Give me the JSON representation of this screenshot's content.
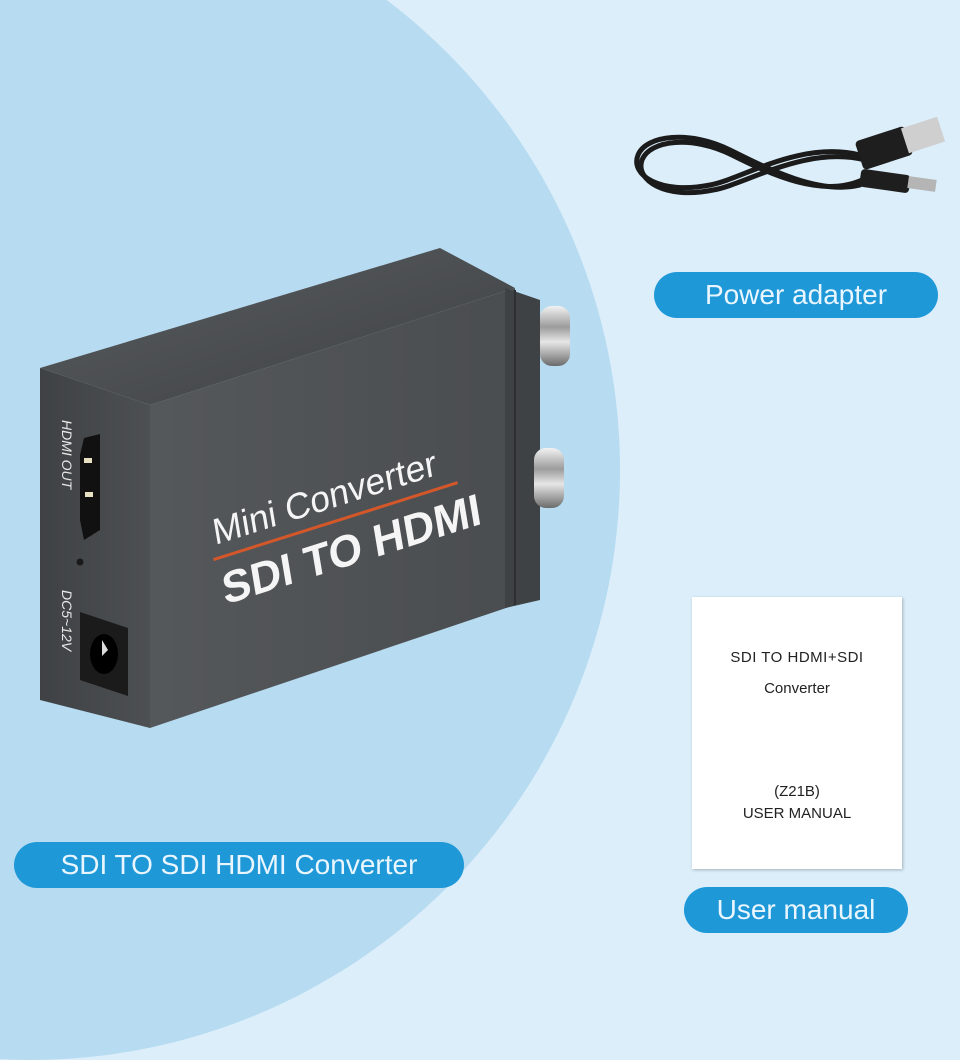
{
  "background": {
    "page_color": "#dbeefa",
    "circle_color": "#b7dbf1"
  },
  "accent_color": "#1f98d8",
  "device": {
    "front_line1": "Mini Converter",
    "front_line2": "SDI TO HDMI",
    "port_hdmi_label": "HDMI OUT",
    "port_power_label": "DC5~12V",
    "body_color": "#4a4d50",
    "stripe_color": "#d4572a"
  },
  "labels": {
    "main": "SDI TO SDI HDMI Converter",
    "power": "Power adapter",
    "manual": "User manual"
  },
  "manual_card": {
    "line1": "SDI TO HDMI+SDI",
    "line2": "Converter",
    "line3": "(Z21B)",
    "line4": "USER MANUAL"
  },
  "icons": {
    "cable": "usb-dc-power-cable-icon",
    "bnc": "bnc-connector-icon",
    "hdmi": "hdmi-port-icon",
    "dc": "dc-jack-icon"
  }
}
